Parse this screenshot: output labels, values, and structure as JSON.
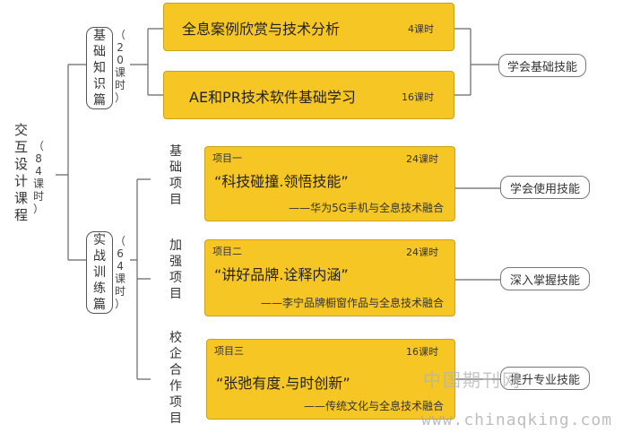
{
  "root": {
    "chars": [
      "交",
      "互",
      "设",
      "计",
      "课",
      "程"
    ],
    "hours": [
      "（",
      "8",
      "4",
      "课",
      "时",
      "）"
    ]
  },
  "basic": {
    "label": [
      "基",
      "础",
      "知",
      "识",
      "篇"
    ],
    "hours": [
      "（",
      "2",
      "0",
      "课",
      "时",
      "）"
    ],
    "items": [
      {
        "title": "全息案例欣赏与技术分析",
        "hours": "4课时"
      },
      {
        "title": "AE和PR技术软件基础学习",
        "hours": "16课时"
      }
    ],
    "outcome": "学会基础技能"
  },
  "practice": {
    "label": [
      "实",
      "战",
      "训",
      "练",
      "篇"
    ],
    "hours": [
      "（",
      "6",
      "4",
      "课",
      "时",
      "）"
    ],
    "items": [
      {
        "cat": [
          "基",
          "础",
          "项",
          "目"
        ],
        "proj": "项目一",
        "hours": "24课时",
        "title": "“科技碰撞.领悟技能”",
        "sub": "——华为5G手机与全息技术融合",
        "outcome": "学会使用技能"
      },
      {
        "cat": [
          "加",
          "强",
          "项",
          "目"
        ],
        "proj": "项目二",
        "hours": "24课时",
        "title": "“讲好品牌.诠释内涵”",
        "sub": "——李宁品牌橱窗作品与全息技术融合",
        "outcome": "深入掌握技能"
      },
      {
        "cat": [
          "校",
          "企",
          "合",
          "作",
          "项",
          "目"
        ],
        "proj": "项目三",
        "hours": "16课时",
        "title": "“张弛有度.与时创新”",
        "sub": "——传统文化与全息技术融合",
        "outcome": "提升专业技能"
      }
    ]
  },
  "watermark": {
    "cn": "中国期刊网",
    "url": "www.chinaqking.com"
  }
}
